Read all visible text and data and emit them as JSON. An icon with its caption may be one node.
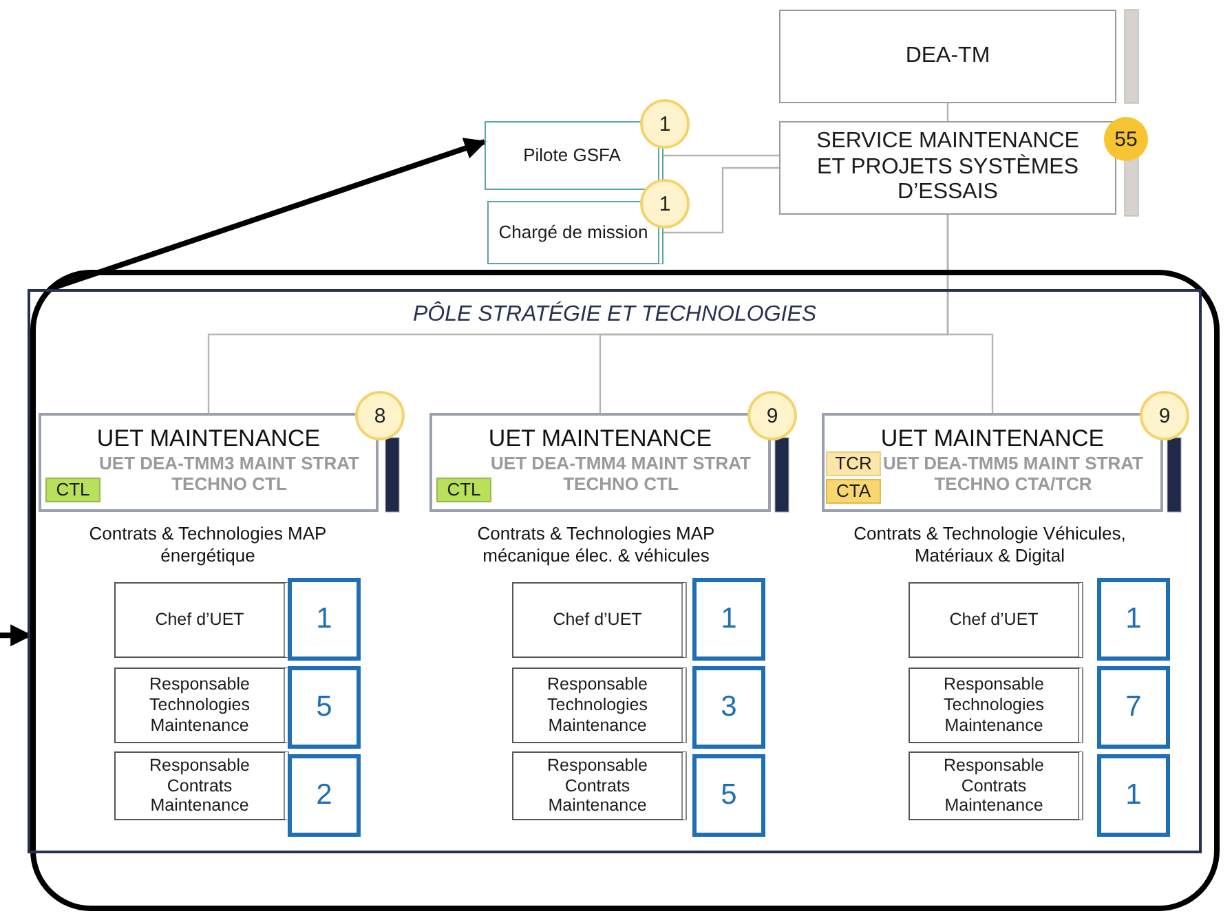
{
  "diagram": {
    "nodes": [
      {
        "text": [
          "DEA-TM"
        ]
      },
      {
        "text": [
          "SERVICE MAINTENANCE ET PROJETS SYSTÈMES D’ESSAIS"
        ],
        "beside": [
          "55"
        ]
      },
      {
        "text": [
          "Pilote GSFA"
        ],
        "beside": [
          "1"
        ]
      },
      {
        "text": [
          "Chargé de mission"
        ],
        "beside": [
          "1"
        ]
      },
      {
        "text": [],
        "shape": "box"
      },
      {
        "text": [
          "PÔLE STRATÉGIE ET TECHNOLOGIES"
        ],
        "in": 4
      },
      {
        "text": [
          "UET MAINTENANCE",
          "UET DEA-TMM3 MAINT STRAT TECHNO CTL"
        ],
        "beside": [
          "8"
        ],
        "in": 5
      },
      {
        "text": [
          "CTL"
        ],
        "in": 6
      },
      {
        "text": [
          "UET MAINTENANCE",
          "UET DEA-TMM4 MAINT STRAT TECHNO CTL"
        ],
        "beside": [
          "9"
        ],
        "in": 5
      },
      {
        "text": [
          "CTL"
        ],
        "in": 8
      },
      {
        "text": [
          "UET MAINTENANCE",
          "UET DEA-TMM5 MAINT STRAT TECHNO CTA/TCR"
        ],
        "beside": [
          "9"
        ],
        "in": 5
      },
      {
        "text": [
          "TCR"
        ],
        "in": 10
      },
      {
        "text": [
          "CTA"
        ],
        "in": 10
      },
      {
        "text": [
          "Chef d’UET"
        ],
        "in": 5
      },
      {
        "text": [
          "1"
        ],
        "in": 5
      },
      {
        "text": [
          "Responsable Technologies Maintenance"
        ],
        "in": 5
      },
      {
        "text": [
          "5"
        ],
        "in": 5
      },
      {
        "text": [
          "Responsable Contrats Maintenance"
        ],
        "in": 5
      },
      {
        "text": [
          "2"
        ],
        "in": 5
      },
      {
        "text": [
          "Chef d’UET"
        ],
        "in": 5
      },
      {
        "text": [
          "1"
        ],
        "in": 5
      },
      {
        "text": [
          "Responsable Technologies Maintenance"
        ],
        "in": 5
      },
      {
        "text": [
          "3"
        ],
        "in": 5
      },
      {
        "text": [
          "Responsable Contrats Maintenance"
        ],
        "in": 5
      },
      {
        "text": [
          "5"
        ],
        "in": 5
      },
      {
        "text": [
          "Chef d’UET"
        ],
        "in": 5
      },
      {
        "text": [
          "1"
        ],
        "in": 5
      },
      {
        "text": [
          "Responsable Technologies Maintenance"
        ],
        "in": 5
      },
      {
        "text": [
          "7"
        ],
        "in": 5
      },
      {
        "text": [
          "Responsable Contrats Maintenance"
        ],
        "in": 5
      },
      {
        "text": [
          "1"
        ],
        "in": 5
      }
    ],
    "edges": [
      {
        "from": 0,
        "to": 1,
        "arrow": "none"
      },
      {
        "from": 1,
        "to": 2,
        "arrow": "none"
      },
      {
        "from": 1,
        "to": 3,
        "arrow": "none"
      },
      {
        "from": 1,
        "to": 6,
        "arrow": "none"
      },
      {
        "from": 1,
        "to": 8,
        "arrow": "none"
      },
      {
        "from": 1,
        "to": 10,
        "arrow": "none"
      },
      {
        "from": 4,
        "to": 2,
        "arrow": "to",
        "style": "thick",
        "color": "#000000"
      },
      {
        "from": null,
        "to": 4,
        "arrow": "to",
        "style": "thick",
        "color": "#000000"
      }
    ],
    "labels": [
      "Contrats & Technologies MAP énergétique",
      "Contrats & Technologies MAP mécanique élec. & véhicules",
      "Contrats & Technologie Véhicules, Matériaux & Digital"
    ]
  }
}
